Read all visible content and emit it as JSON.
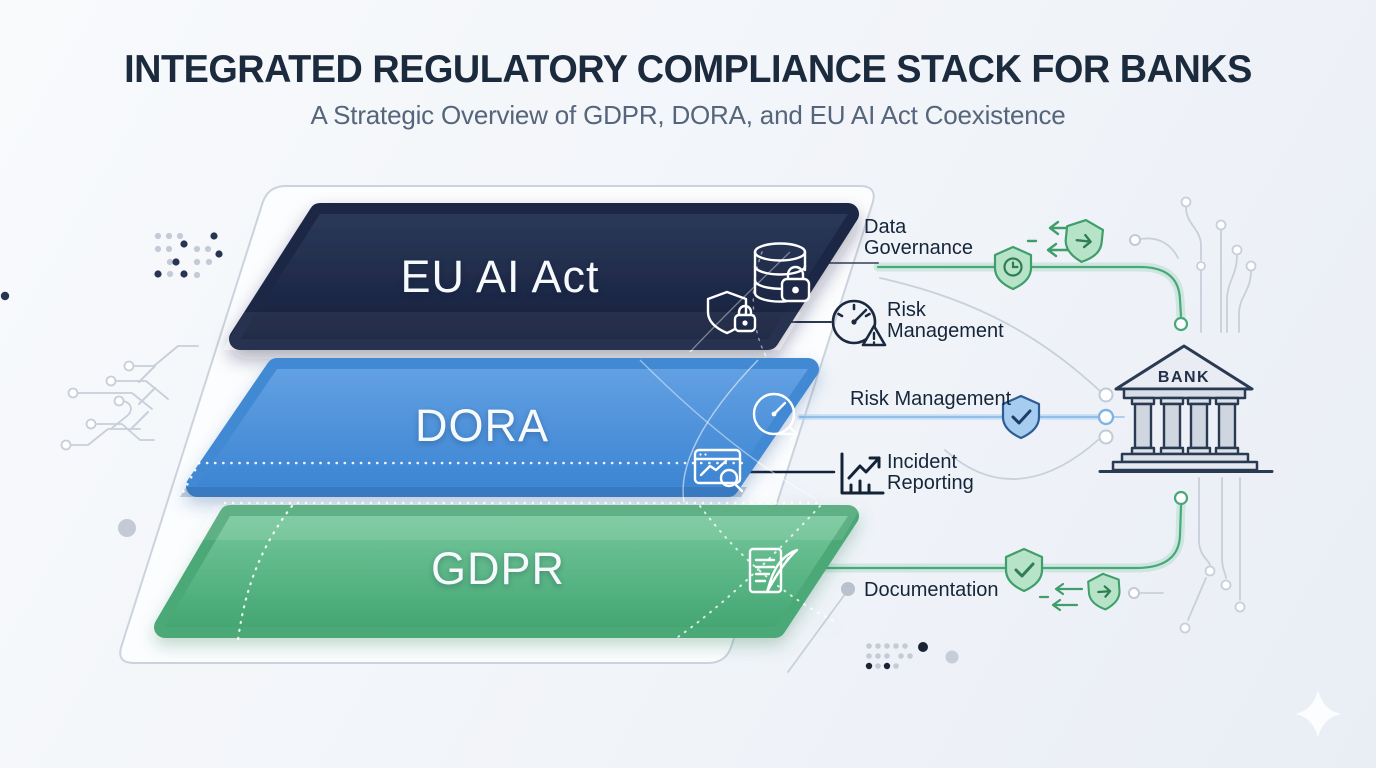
{
  "header": {
    "title": "INTEGRATED REGULATORY COMPLIANCE STACK FOR BANKS",
    "subtitle": "A Strategic Overview of GDPR, DORA, and EU AI Act Coexistence"
  },
  "stack": {
    "layers": [
      {
        "id": "eu-ai-act",
        "label": "EU AI Act",
        "color": "#1d2a4a",
        "icons": [
          "database-lock-icon",
          "shield-lock-icon"
        ]
      },
      {
        "id": "dora",
        "label": "DORA",
        "color": "#4a90d9",
        "icons": [
          "gauge-arrow-icon",
          "monitor-search-icon"
        ]
      },
      {
        "id": "gdpr",
        "label": "GDPR",
        "color": "#52ae80",
        "icons": [
          "document-quill-icon"
        ]
      }
    ]
  },
  "annotations": [
    {
      "id": "data-governance",
      "label": "Data Governance"
    },
    {
      "id": "risk-management-ai",
      "label": "Risk Management"
    },
    {
      "id": "risk-management-dora",
      "label": "Risk Management"
    },
    {
      "id": "incident-reporting",
      "label": "Incident Reporting"
    },
    {
      "id": "documentation",
      "label": "Documentation"
    }
  ],
  "bank": {
    "label": "BANK"
  },
  "badges": [
    "shield-clock-badge",
    "shield-sync-badge-top",
    "shield-check-badge-blue",
    "shield-check-badge-green",
    "shield-sync-badge-bottom"
  ],
  "colors": {
    "navy": "#1d2a4a",
    "blue": "#4a90d9",
    "green": "#52ae80",
    "accent_green_line": "#49a878",
    "accent_blue_line": "#8fc0ec",
    "circuit_gray": "#c8cfda",
    "text_dark": "#15253a"
  }
}
